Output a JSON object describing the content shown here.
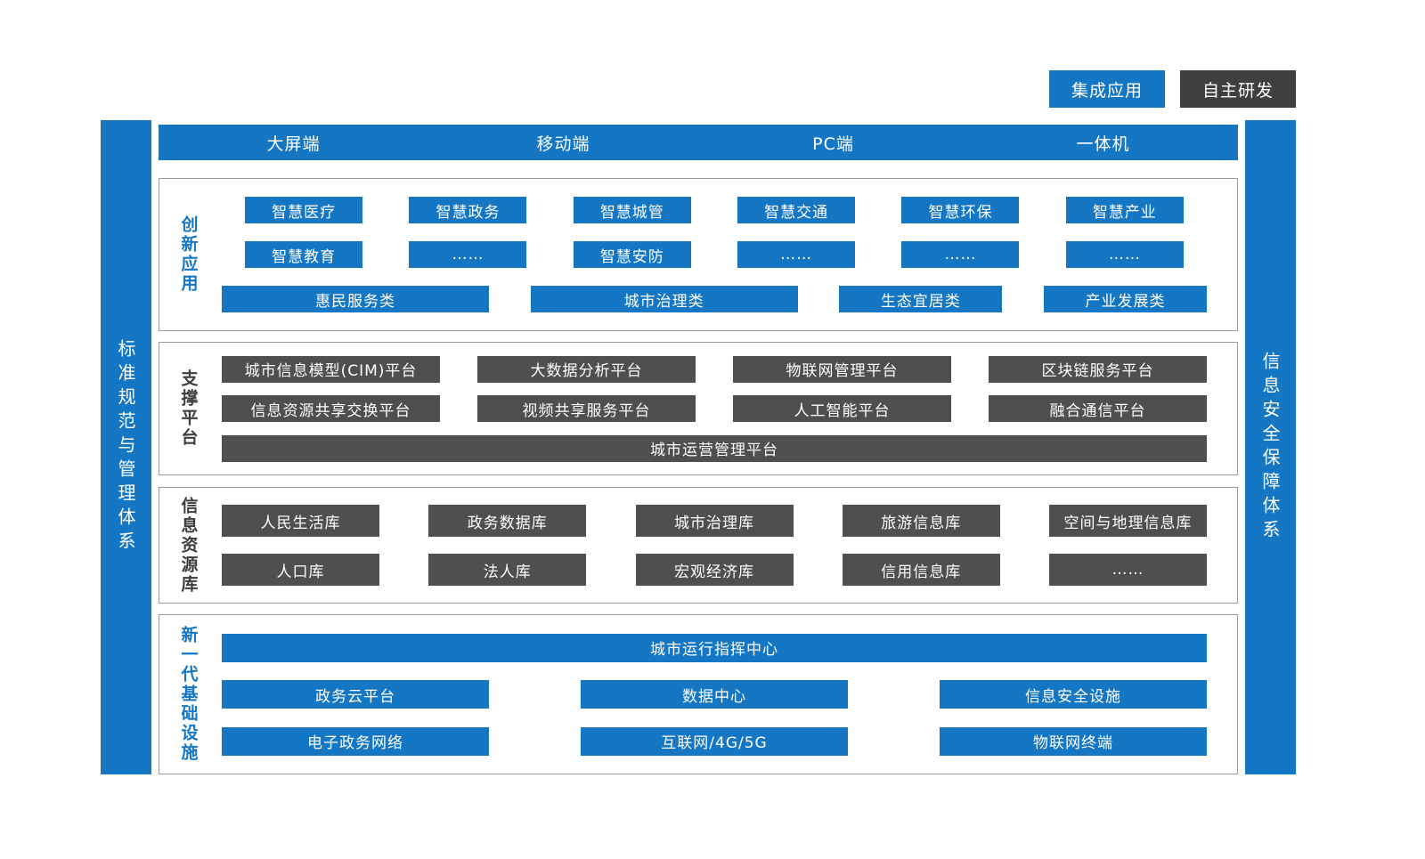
{
  "colors": {
    "accent_blue": "#1577c4",
    "block_dark": "#4f4f4f",
    "legend_dark": "#3f3f3f"
  },
  "legend": {
    "integrated": "集成应用",
    "self_developed": "自主研发"
  },
  "left_bar": {
    "label": "标准规范与管理体系"
  },
  "right_bar": {
    "label": "信息安全保障体系"
  },
  "terminal_bar": {
    "items": [
      "大屏端",
      "移动端",
      "PC端",
      "一体机"
    ]
  },
  "sections": {
    "innovation": {
      "label": "创新应用",
      "row1": [
        "智慧医疗",
        "智慧政务",
        "智慧城管",
        "智慧交通",
        "智慧环保",
        "智慧产业"
      ],
      "row2": [
        "智慧教育",
        "……",
        "智慧安防",
        "……",
        "……",
        "……"
      ],
      "row3": [
        "惠民服务类",
        "城市治理类",
        "生态宜居类",
        "产业发展类"
      ]
    },
    "support": {
      "label": "支撑平台",
      "row1": [
        "城市信息模型(CIM)平台",
        "大数据分析平台",
        "物联网管理平台",
        "区块链服务平台"
      ],
      "row2": [
        "信息资源共享交换平台",
        "视频共享服务平台",
        "人工智能平台",
        "融合通信平台"
      ],
      "row3": [
        "城市运营管理平台"
      ]
    },
    "resources": {
      "label": "信息资源库",
      "row1": [
        "人民生活库",
        "政务数据库",
        "城市治理库",
        "旅游信息库",
        "空间与地理信息库"
      ],
      "row2": [
        "人口库",
        "法人库",
        "宏观经济库",
        "信用信息库",
        "……"
      ]
    },
    "infrastructure": {
      "label": "新一代基础设施",
      "row1": [
        "城市运行指挥中心"
      ],
      "row2": [
        "政务云平台",
        "数据中心",
        "信息安全设施"
      ],
      "row3": [
        "电子政务网络",
        "互联网/4G/5G",
        "物联网终端"
      ]
    }
  }
}
